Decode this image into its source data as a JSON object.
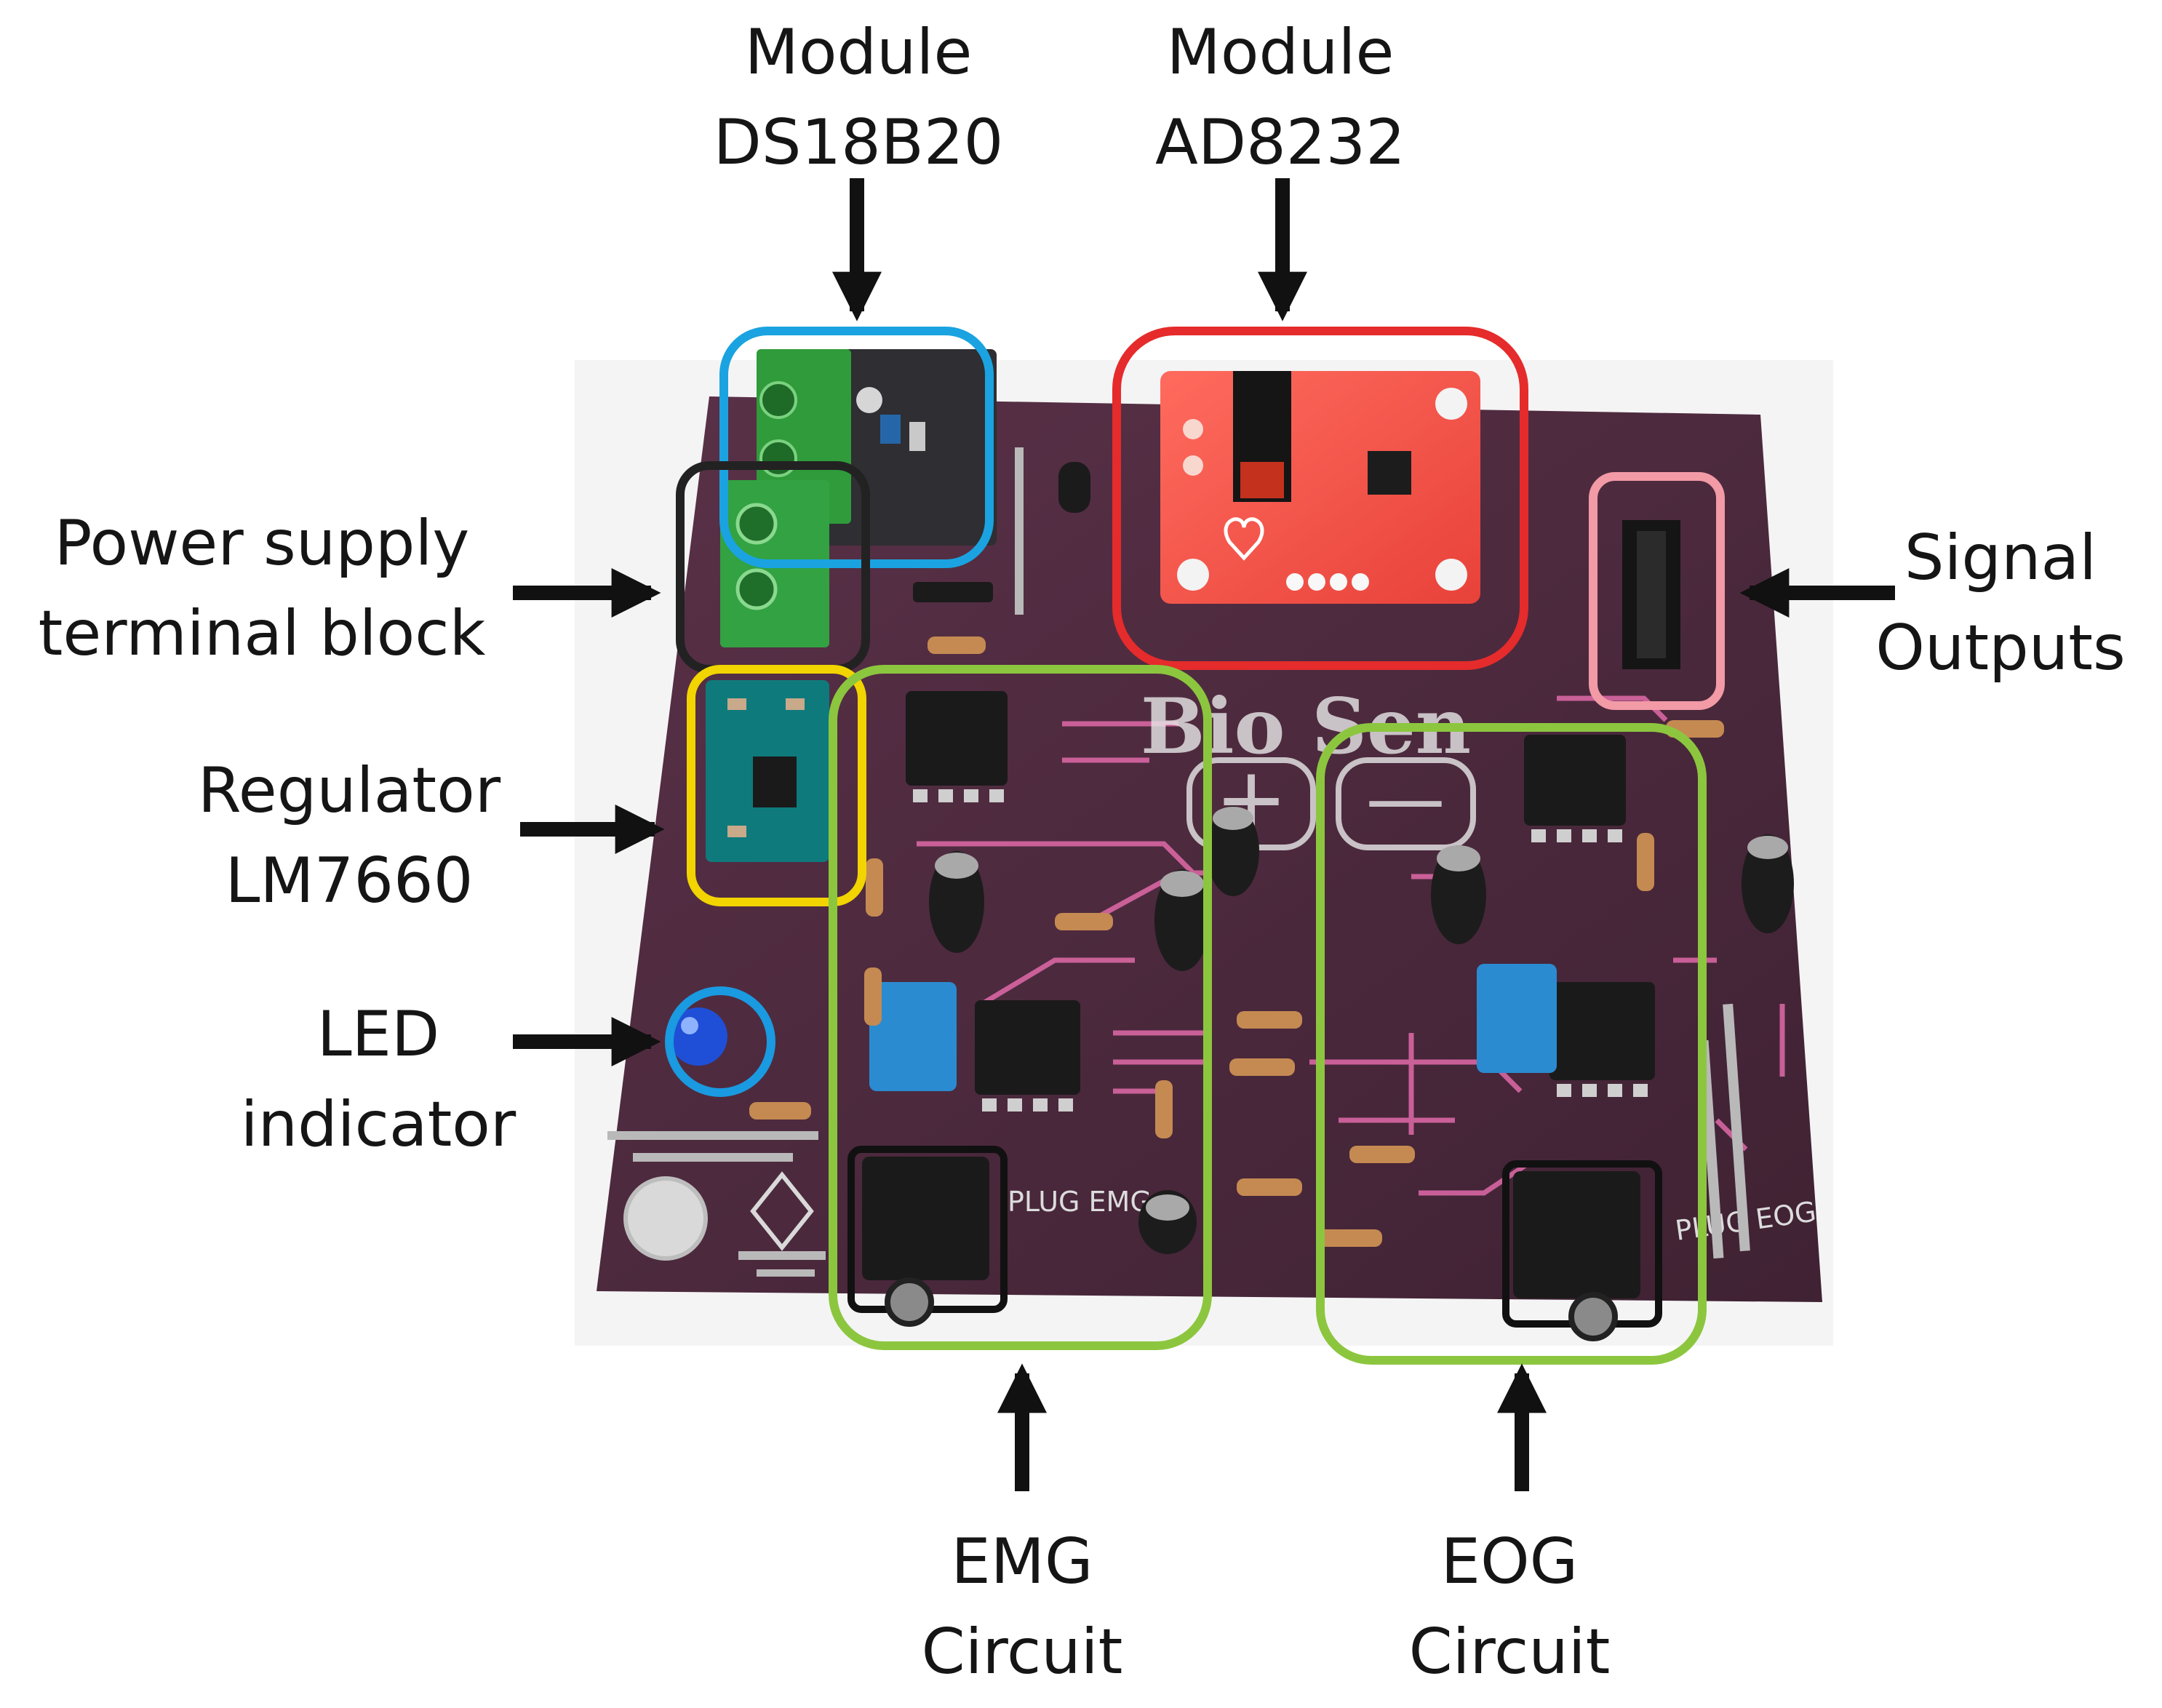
{
  "colors": {
    "background": "#ffffff",
    "board": "#4a2a3b",
    "text": "#151515",
    "arrow": "#111111",
    "highlight_ds18b20": "#1aa3e0",
    "highlight_ad8232": "#e52b2b",
    "highlight_power": "#222222",
    "highlight_regulator": "#f2d400",
    "highlight_led": "#1a9ae0",
    "highlight_signal": "#f29aa6",
    "highlight_circuits": "#8cc63f"
  },
  "labels": {
    "ds18b20": {
      "line1": "Module",
      "line2": "DS18B20"
    },
    "ad8232": {
      "line1": "Module",
      "line2": "AD8232"
    },
    "power": {
      "line1": "Power supply",
      "line2": "terminal block"
    },
    "regulator": {
      "line1": "Regulator",
      "line2": "LM7660"
    },
    "led": {
      "line1": "LED",
      "line2": "indicator"
    },
    "signal": {
      "line1": "Signal",
      "line2": "Outputs"
    },
    "emg": {
      "line1": "EMG",
      "line2": "Circuit"
    },
    "eog": {
      "line1": "EOG",
      "line2": "Circuit"
    }
  },
  "board_text": {
    "logo": "Bio Sen",
    "plus": "+",
    "minus": "—",
    "plug_emg": "PLUG EMG",
    "plug_eog": "PLUG EOG"
  },
  "icons": {
    "board": "pcb-photo",
    "arrow": "arrow-icon"
  }
}
